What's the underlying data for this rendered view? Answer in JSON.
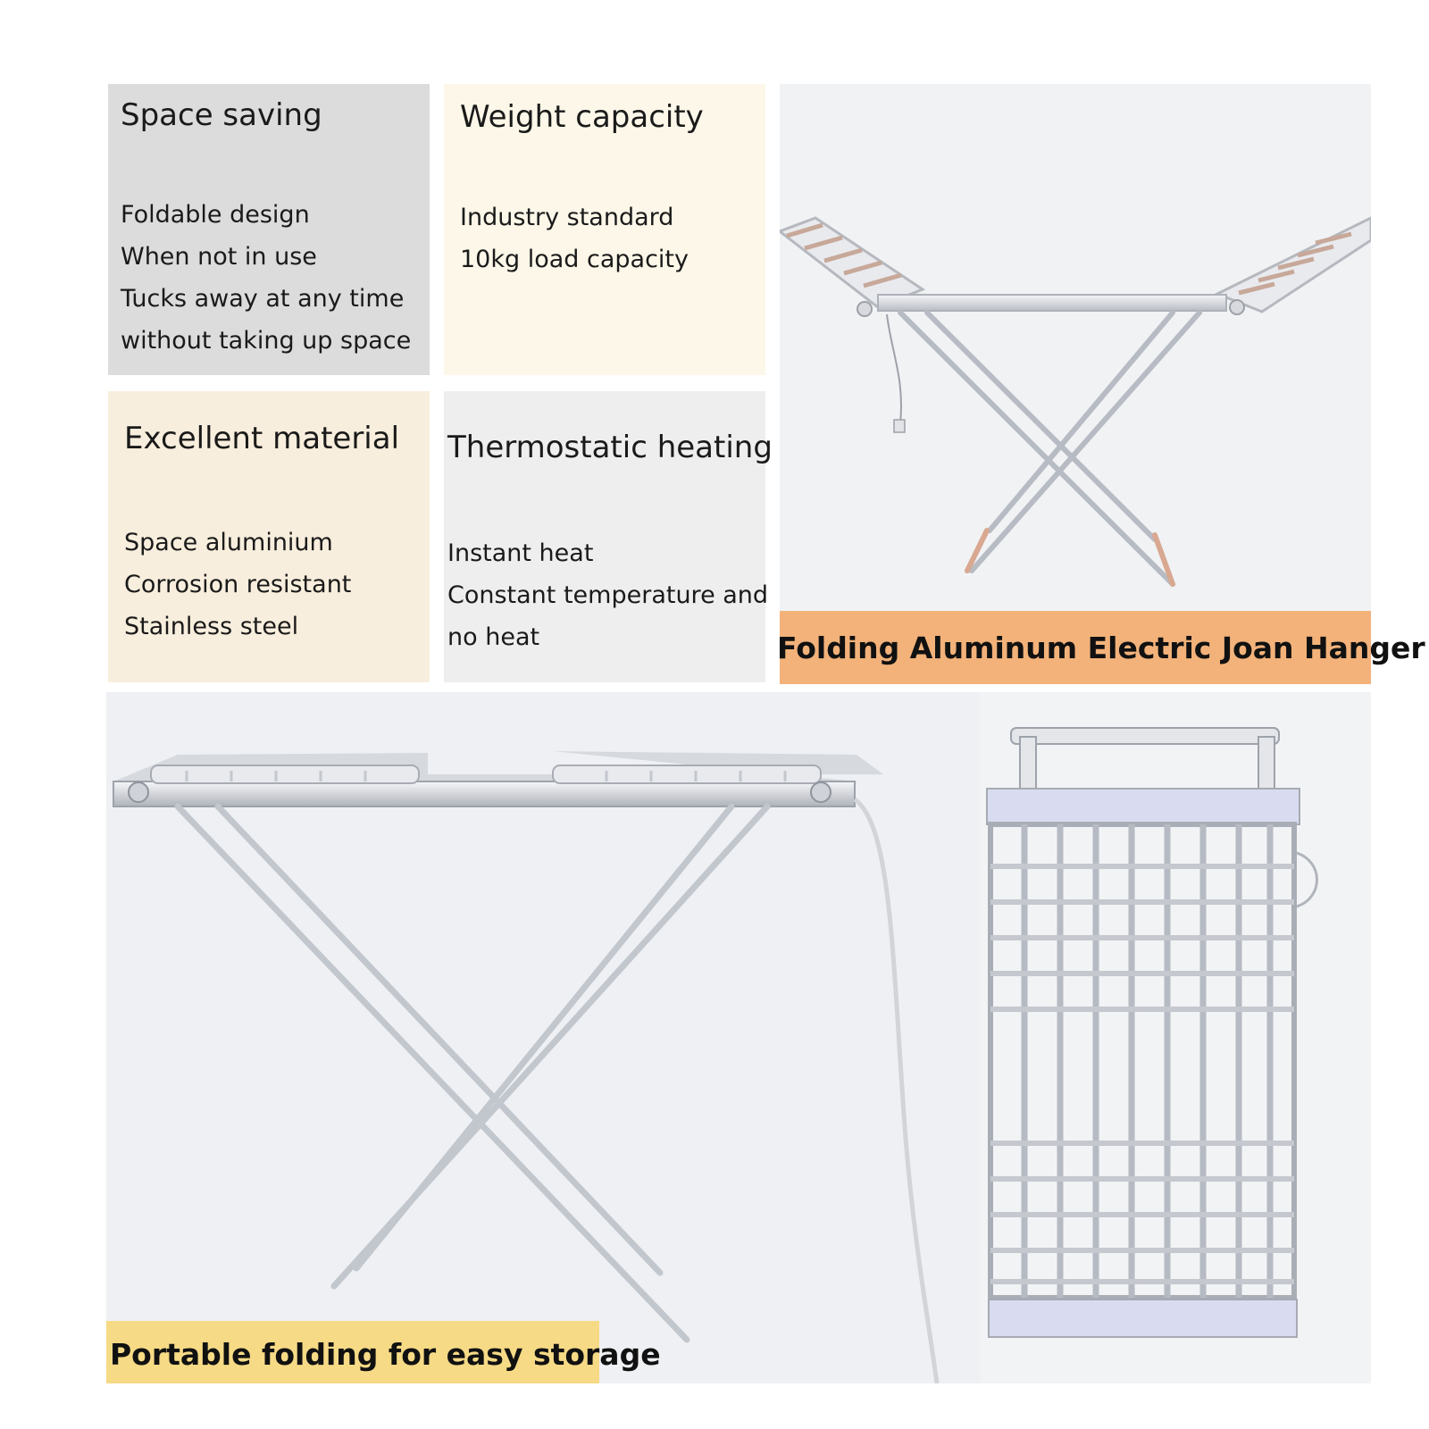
{
  "features": [
    {
      "heading": "Space saving",
      "lines": [
        "Foldable design",
        "When not in use",
        "Tucks away at any time",
        "without taking up space"
      ],
      "color": "#dddcdc"
    },
    {
      "heading": "Weight capacity",
      "lines": [
        "Industry standard",
        "10kg load capacity"
      ],
      "color": "#fcf7e8"
    },
    {
      "heading": "Excellent material",
      "lines": [
        "Space aluminium",
        "Corrosion resistant",
        "Stainless steel"
      ],
      "color": "#f8eedd"
    },
    {
      "heading": "Thermostatic heating",
      "lines": [
        "Instant heat",
        "Constant temperature and",
        "no heat"
      ],
      "color": "#eeeeef"
    }
  ],
  "banners": {
    "top": "Folding Aluminum Electric Joan Hanger",
    "bottom": "Portable folding for easy storage"
  },
  "colors": {
    "banner_top": "#f2b27a",
    "banner_bottom": "#f6da86"
  }
}
